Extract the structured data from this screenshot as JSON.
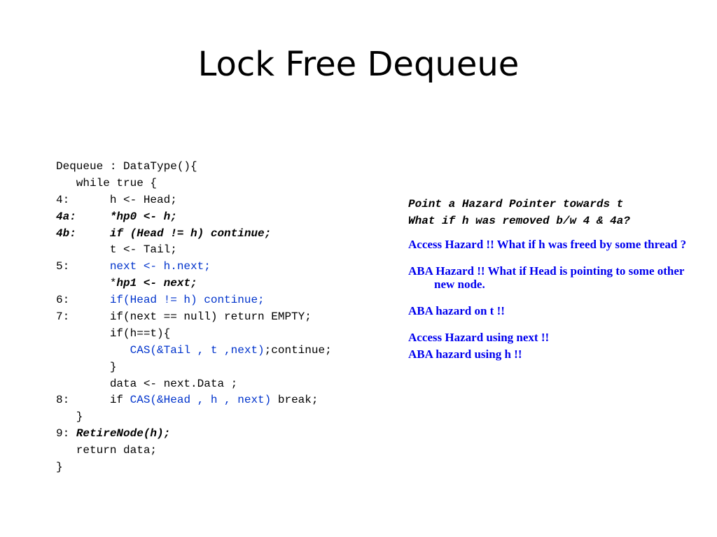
{
  "slide": {
    "title": "Lock Free Dequeue"
  },
  "code": {
    "lines": [
      [
        {
          "t": "Dequeue : DataType(){"
        }
      ],
      [
        {
          "t": "   while true {"
        }
      ],
      [
        {
          "t": "4:      h <- Head;"
        }
      ],
      [
        {
          "t": "4a:     ",
          "s": "bi"
        },
        {
          "t": "*hp0 <- h;",
          "s": "bi"
        }
      ],
      [
        {
          "t": "4b:     ",
          "s": "bi"
        },
        {
          "t": "if (Head != h) continue;",
          "s": "bi"
        }
      ],
      [
        {
          "t": "        t <- Tail;"
        }
      ],
      [
        {
          "t": "5:      "
        },
        {
          "t": "next <- h.next;",
          "s": "blue"
        }
      ],
      [
        {
          "t": "        *"
        },
        {
          "t": "hp1 <- next;",
          "s": "bi"
        }
      ],
      [
        {
          "t": "6:      "
        },
        {
          "t": "if(Head != h) continue;",
          "s": "blue"
        }
      ],
      [
        {
          "t": "7:      if(next == null) return EMPTY;"
        }
      ],
      [
        {
          "t": "        if(h==t){"
        }
      ],
      [
        {
          "t": "           "
        },
        {
          "t": "CAS(&Tail , t ,next)",
          "s": "blue"
        },
        {
          "t": ";continue;"
        }
      ],
      [
        {
          "t": "        }"
        }
      ],
      [
        {
          "t": "        data <- next.Data ;"
        }
      ],
      [
        {
          "t": "8:      if "
        },
        {
          "t": "CAS(&Head , h , next)",
          "s": "blue"
        },
        {
          "t": " break;"
        }
      ],
      [
        {
          "t": "   }"
        }
      ],
      [
        {
          "t": "9: "
        },
        {
          "t": "RetireNode(h);",
          "s": "bi"
        }
      ],
      [
        {
          "t": "   return data;"
        }
      ],
      [
        {
          "t": "}"
        }
      ]
    ]
  },
  "notes": {
    "hazard_pointer": "Point a Hazard Pointer towards t",
    "removed_question": "What if h was removed b/w 4 & 4a?",
    "access_hazard_freed": "Access Hazard !! What if h was freed by some thread ?",
    "aba_hazard_head": "ABA Hazard !! What if Head is pointing to some other new node.",
    "aba_hazard_t": "ABA hazard on t !!",
    "access_hazard_next": "Access Hazard using next !!",
    "aba_hazard_h": "ABA hazard using h !!"
  },
  "colors": {
    "code_highlight": "#0033cc",
    "note_text": "#0000ee"
  }
}
